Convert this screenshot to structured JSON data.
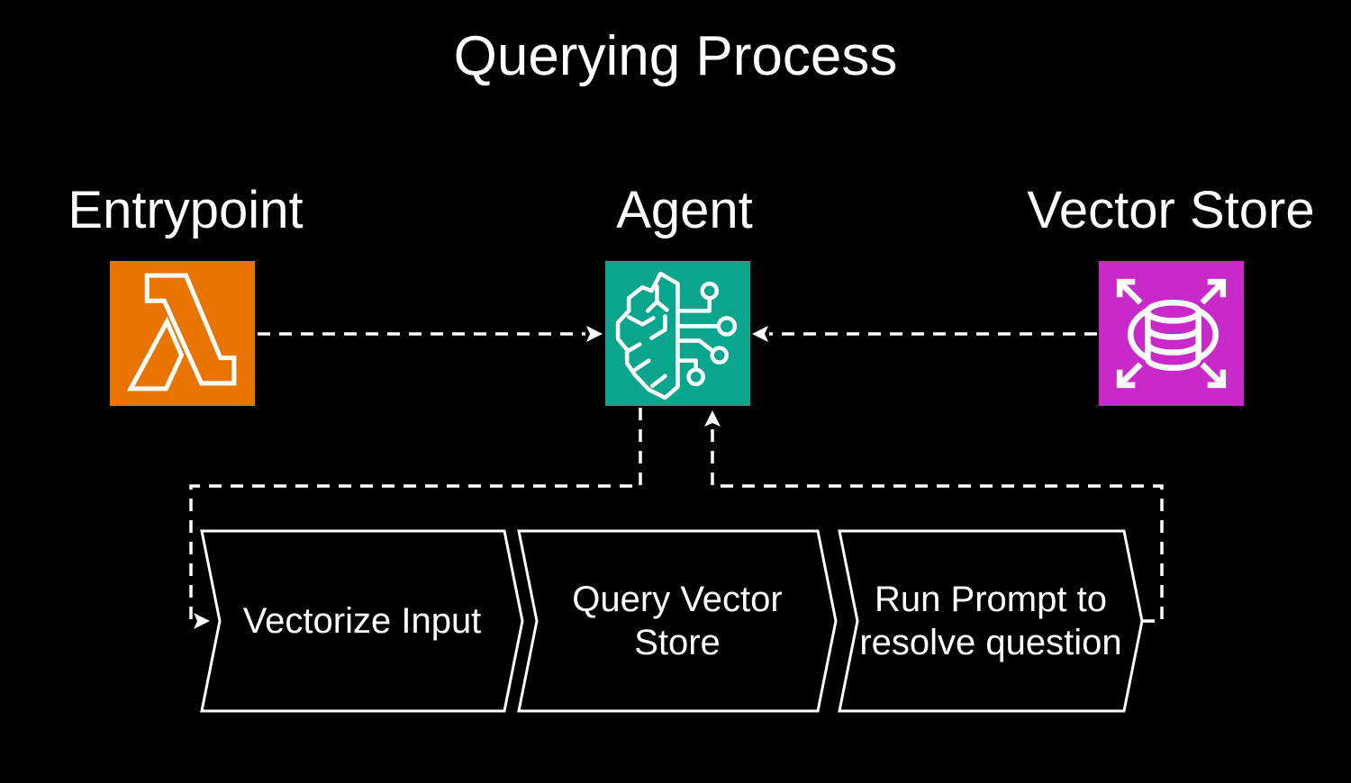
{
  "title": "Querying Process",
  "nodes": [
    {
      "id": "entrypoint",
      "label": "Entrypoint",
      "icon": "aws-lambda-icon",
      "color": "#EA7400"
    },
    {
      "id": "agent",
      "label": "Agent",
      "icon": "brain-circuit-icon",
      "color": "#09A58C"
    },
    {
      "id": "vector-store",
      "label": "Vector Store",
      "icon": "scalable-database-icon",
      "color": "#C929C9"
    }
  ],
  "steps": [
    {
      "label": "Vectorize Input"
    },
    {
      "label": "Query Vector Store"
    },
    {
      "label": "Run Prompt to resolve question"
    }
  ],
  "connections": [
    {
      "from": "entrypoint",
      "to": "agent",
      "style": "dashed-arrow"
    },
    {
      "from": "vector-store",
      "to": "agent",
      "style": "dashed-arrow"
    },
    {
      "from": "agent",
      "to": "steps",
      "style": "dashed-arrow"
    },
    {
      "from": "steps",
      "to": "agent",
      "style": "dashed-arrow"
    }
  ],
  "colors": {
    "background": "#000000",
    "text": "#FFFFFF",
    "line": "#FFFFFF",
    "lambda_orange": "#EA7400",
    "agent_teal": "#09A58C",
    "vector_magenta": "#C929C9"
  }
}
